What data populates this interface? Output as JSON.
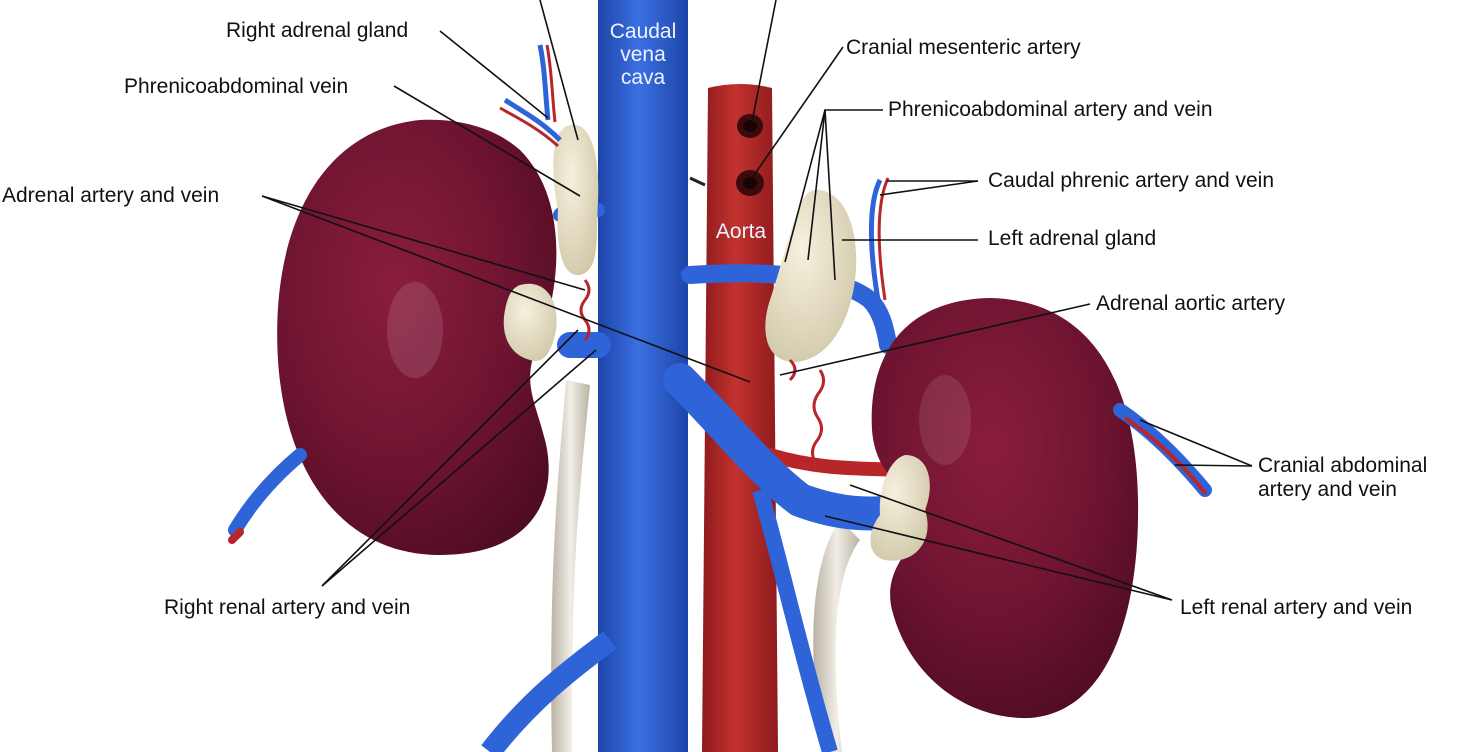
{
  "colors": {
    "vein": "#2f63d8",
    "vein_dark": "#1d45a8",
    "artery": "#b8262a",
    "artery_dark": "#8e1a1d",
    "kidney": "#6e1430",
    "kidney_dark": "#4f0c22",
    "adrenal": "#e9e2c7",
    "ureter": "#e2ddd2",
    "leader": "#111111"
  },
  "structures": {
    "vena_cava": "Caudal vena cava",
    "aorta": "Aorta"
  },
  "labels": {
    "right_adrenal_gland": "Right adrenal gland",
    "phrenicoabdominal_vein": "Phrenicoabdominal vein",
    "adrenal_artery_and_vein": "Adrenal artery and vein",
    "right_renal_artery_and_vein": "Right renal artery and vein",
    "cranial_mesenteric_artery": "Cranial mesenteric artery",
    "phrenicoabdominal_artery_and_vein": "Phrenicoabdominal artery and vein",
    "caudal_phrenic_artery_and_vein": "Caudal phrenic artery and vein",
    "left_adrenal_gland": "Left adrenal gland",
    "adrenal_aortic_artery": "Adrenal aortic artery",
    "cranial_abdominal_artery_and_vein": "Cranial abdominal artery and vein",
    "left_renal_artery_and_vein": "Left renal artery and vein"
  }
}
